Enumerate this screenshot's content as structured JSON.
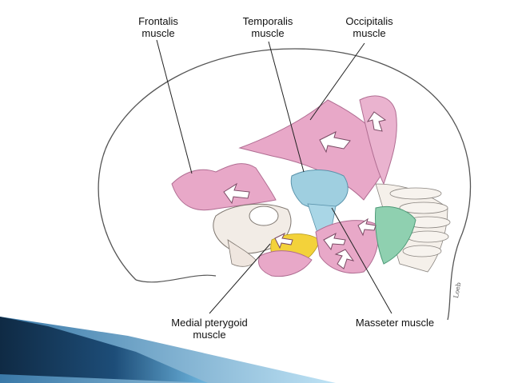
{
  "labels": {
    "frontalis": {
      "line1": "Frontalis",
      "line2": "muscle"
    },
    "temporalis": {
      "line1": "Temporalis",
      "line2": "muscle"
    },
    "occipitalis": {
      "line1": "Occipitalis",
      "line2": "muscle"
    },
    "medial_pterygoid": {
      "line1": "Medial  pterygoid",
      "line2": "muscle"
    },
    "masseter": {
      "line1": "Masseter  muscle"
    }
  },
  "colors": {
    "muscle_pink": "#e8a8c8",
    "muscle_pink_dark": "#c5709c",
    "temporalis_blue": "#9fcfe0",
    "masseter_green": "#8fd0b0",
    "pterygoid_yellow": "#f3d23a",
    "banner_dark": "#0f2a44",
    "banner_light": "#6fb7e0"
  },
  "artist_signature": "Loeb"
}
